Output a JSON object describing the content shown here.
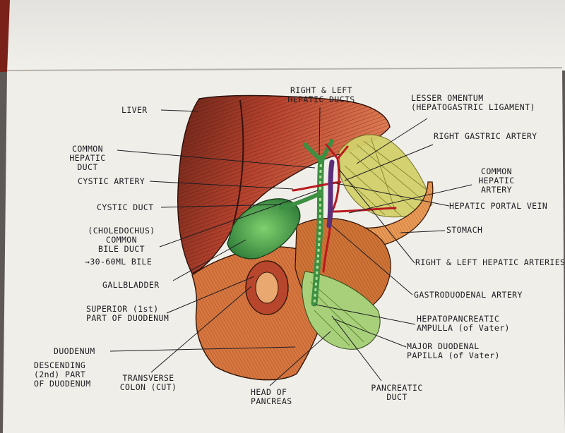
{
  "labels": {
    "liver": "LIVER",
    "common_hepatic_duct": "COMMON\nHEPATIC\nDUCT",
    "cystic_artery": "CYSTIC ARTERY",
    "cystic_duct": "CYSTIC DUCT",
    "common_bile_duct": "(CHOLEDOCHUS)\nCOMMON\nBILE DUCT",
    "bile_volume": "→30-60ML BILE",
    "gallbladder": "GALLBLADDER",
    "superior_duodenum": "SUPERIOR (1st)\nPART OF DUODENUM",
    "duodenum": "DUODENUM",
    "descending_duodenum": "DESCENDING\n(2nd) PART\nOF DUODENUM",
    "transverse_colon": "TRANSVERSE\nCOLON (CUT)",
    "head_of_pancreas": "HEAD OF\nPANCREAS",
    "pancreatic_duct": "PANCREATIC\nDUCT",
    "hepatic_ducts": "RIGHT & LEFT\nHEPATIC DUCTS",
    "lesser_omentum": "LESSER OMENTUM\n(HEPATOGASTRIC LIGAMENT)",
    "right_gastric_artery": "RIGHT GASTRIC ARTERY",
    "common_hepatic_artery": "COMMON\nHEPATIC\nARTERY",
    "hepatic_portal_vein": "HEPATIC PORTAL VEIN",
    "stomach": "STOMACH",
    "hepatic_arteries": "RIGHT & LEFT HEPATIC ARTERIES",
    "gastroduodenal_artery": "GASTRODUODENAL ARTERY",
    "hepatopancreatic_ampulla": "HEPATOPANCREATIC\nAMPULLA (of Vater)",
    "major_duodenal_papilla": "MAJOR DUODENAL\nPAPILLA (of Vater)"
  },
  "colors": {
    "ink": "#1c1c22",
    "paper": "#efede6",
    "liver": "#9b3a28",
    "gallbladder": "#4ca04a",
    "pancreas": "#c9683a",
    "omentum": "#c9c65e"
  }
}
